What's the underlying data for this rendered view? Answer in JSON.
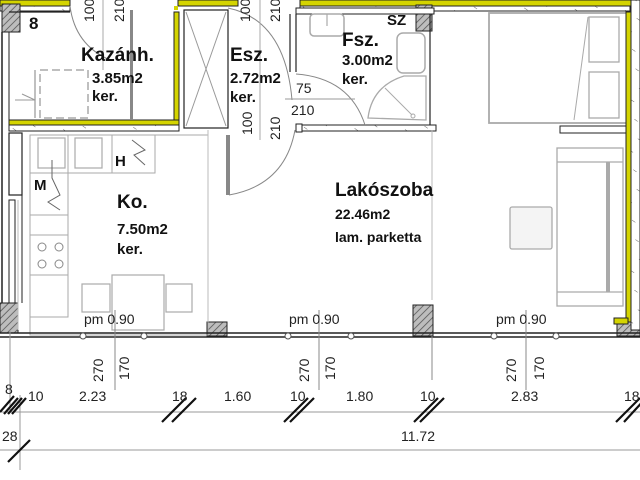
{
  "colors": {
    "wall_fill": "#ffffff",
    "wall_line": "#222222",
    "insulation": "#d4d400",
    "pillar_hatch": "#777777",
    "furniture": "#9a9a9a",
    "dimension_line": "#888888",
    "text": "#111111"
  },
  "rooms": [
    {
      "id": "kazanhaz",
      "name": "Kazánh.",
      "area": "3.85m2",
      "floor": "ker."
    },
    {
      "id": "eloszoba",
      "name": "Esz.",
      "area": "2.72m2",
      "floor": "ker."
    },
    {
      "id": "furdoszoba",
      "name": "Fsz.",
      "area": "3.00m2",
      "floor": "ker."
    },
    {
      "id": "konyha",
      "name": "Ko.",
      "area": "7.50m2",
      "floor": "ker."
    },
    {
      "id": "lakoszoba",
      "name": "Lakószoba",
      "area": "22.46m2",
      "floor": "lam. parketta"
    }
  ],
  "symbols": {
    "pillar_number": "8",
    "ventilation": "SZ",
    "hob": "H",
    "washer": "M"
  },
  "doors": [
    {
      "id": "kazanhaz-door",
      "width": "100",
      "height": "210"
    },
    {
      "id": "entry-door",
      "width": "100",
      "height": "210"
    },
    {
      "id": "bathroom-door",
      "width": "75",
      "height": "210"
    },
    {
      "id": "eloszoba-inner",
      "width": "100",
      "height": "210"
    }
  ],
  "windows": [
    {
      "id": "window-1",
      "sill": "pm 0.90",
      "height": "270",
      "sill_height": "170"
    },
    {
      "id": "window-2",
      "sill": "pm 0.90",
      "height": "270",
      "sill_height": "170"
    },
    {
      "id": "window-3",
      "sill": "pm 0.90",
      "height": "270",
      "sill_height": "170"
    }
  ],
  "dimensions": {
    "row1": [
      "8",
      "10",
      "2.23",
      "18",
      "1.60",
      "10",
      "1.80",
      "10",
      "2.83",
      "18"
    ],
    "row2": [
      "28",
      "11.72"
    ]
  }
}
